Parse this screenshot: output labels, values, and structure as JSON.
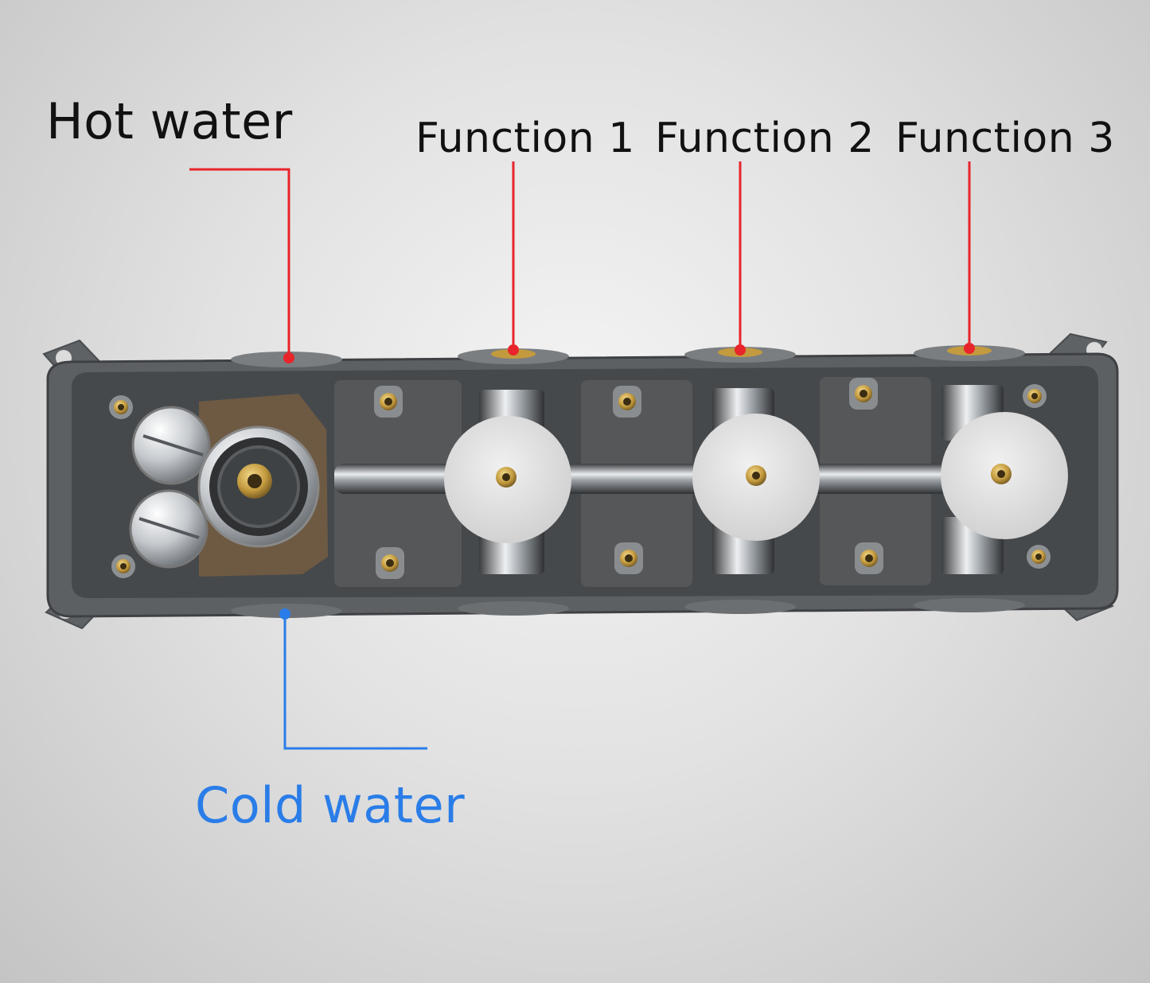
{
  "labels": {
    "hot_water": "Hot water",
    "function_1": "Function 1",
    "function_2": "Function 2",
    "function_3": "Function 3",
    "cold_water": "Cold water"
  },
  "colors": {
    "hot_label_text": "#111111",
    "function_label_text": "#111111",
    "cold_label_text": "#2a7de8",
    "hot_leader_line": "#e8252b",
    "function_leader_line": "#e8252b",
    "cold_leader_line": "#2a7de8",
    "housing": "#5c5f62",
    "housing_interior": "#45484b",
    "valve_disc": "#e4e4e4",
    "brass": "#c8a046",
    "chrome": "#c9cdd1"
  },
  "icons": {
    "mixing_cartridge": "valve-cartridge-icon",
    "diverter_valves": "diverter-valve-icon",
    "mounting_screws": "brass-insert-icon"
  }
}
